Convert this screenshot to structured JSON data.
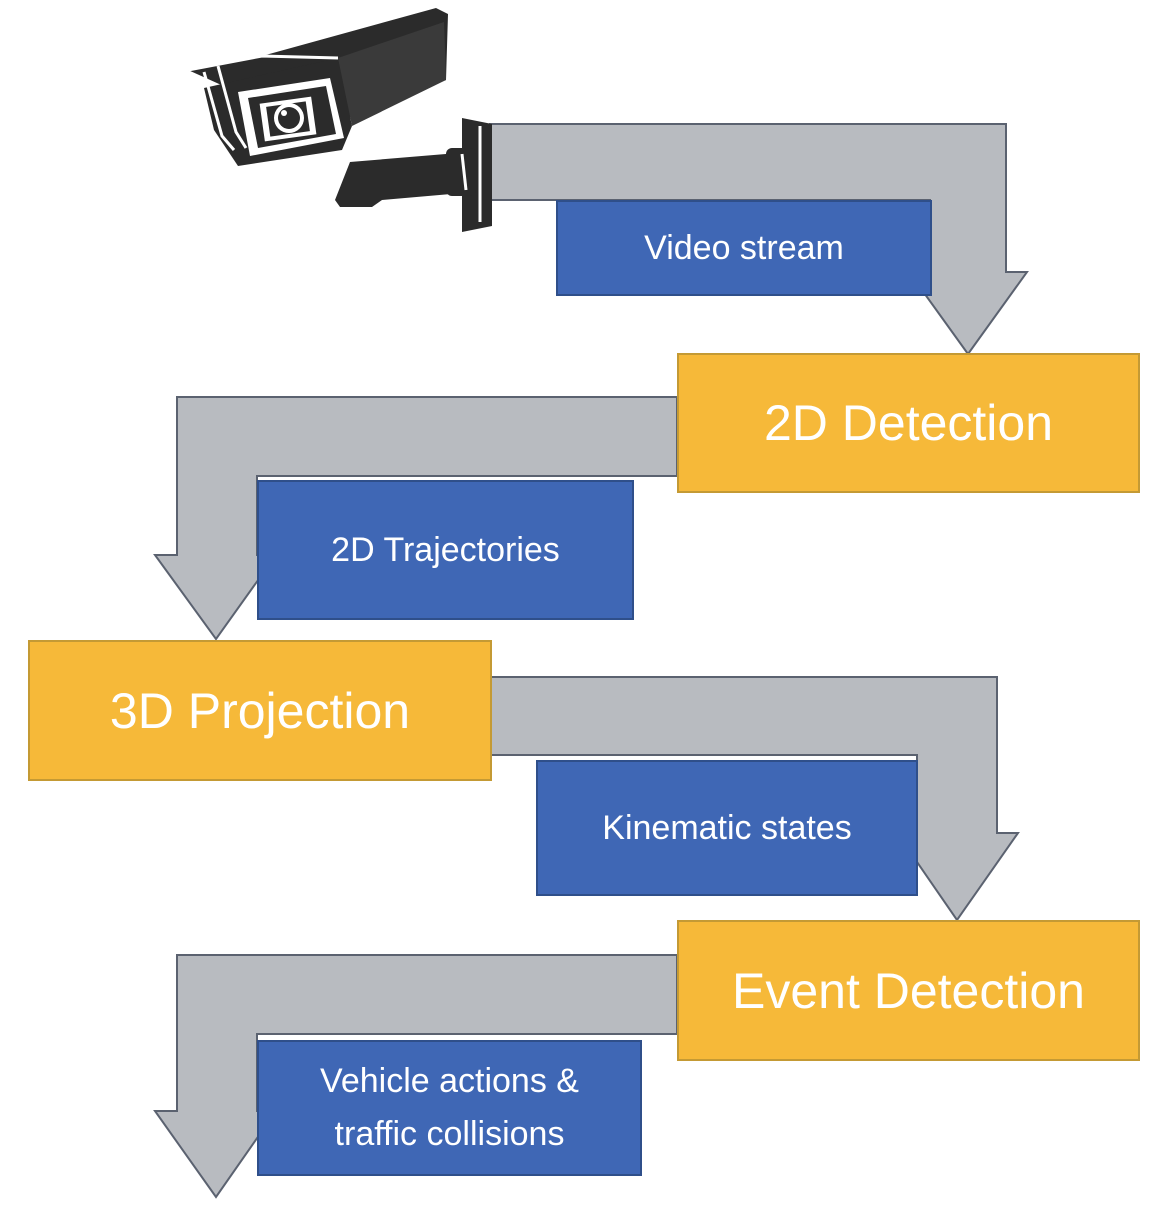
{
  "diagram": {
    "stages": [
      {
        "label": "2D Detection"
      },
      {
        "label": "3D Projection"
      },
      {
        "label": "Event Detection"
      }
    ],
    "flows": [
      {
        "label": "Video stream"
      },
      {
        "label": "2D Trajectories"
      },
      {
        "label": "Kinematic states"
      },
      {
        "label_line1": "Vehicle actions &",
        "label_line2": "traffic collisions"
      }
    ],
    "icons": {
      "source": "cctv-camera-icon"
    },
    "colors": {
      "stage_fill": "#F6B939",
      "flow_label_fill": "#3F67B5",
      "arrow_fill": "#B8BBC0",
      "text": "#FFFFFF"
    }
  }
}
